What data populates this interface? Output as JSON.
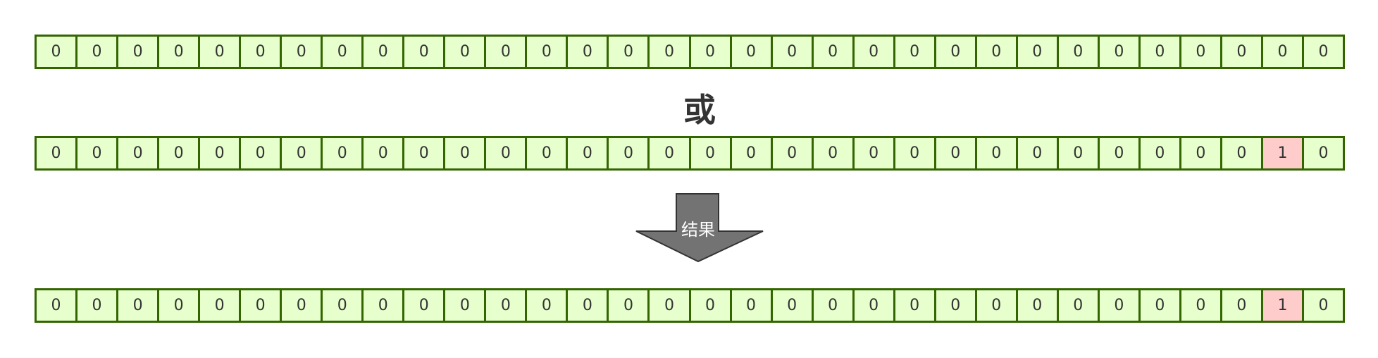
{
  "rows": [
    {
      "name": "operand-a",
      "bits": [
        "0",
        "0",
        "0",
        "0",
        "0",
        "0",
        "0",
        "0",
        "0",
        "0",
        "0",
        "0",
        "0",
        "0",
        "0",
        "0",
        "0",
        "0",
        "0",
        "0",
        "0",
        "0",
        "0",
        "0",
        "0",
        "0",
        "0",
        "0",
        "0",
        "0",
        "0",
        "0"
      ],
      "highlight_index": -1
    },
    {
      "name": "operand-b",
      "bits": [
        "0",
        "0",
        "0",
        "0",
        "0",
        "0",
        "0",
        "0",
        "0",
        "0",
        "0",
        "0",
        "0",
        "0",
        "0",
        "0",
        "0",
        "0",
        "0",
        "0",
        "0",
        "0",
        "0",
        "0",
        "0",
        "0",
        "0",
        "0",
        "0",
        "0",
        "1",
        "0"
      ],
      "highlight_index": 30
    },
    {
      "name": "result",
      "bits": [
        "0",
        "0",
        "0",
        "0",
        "0",
        "0",
        "0",
        "0",
        "0",
        "0",
        "0",
        "0",
        "0",
        "0",
        "0",
        "0",
        "0",
        "0",
        "0",
        "0",
        "0",
        "0",
        "0",
        "0",
        "0",
        "0",
        "0",
        "0",
        "0",
        "0",
        "1",
        "0"
      ],
      "highlight_index": 30
    }
  ],
  "operator_label": "或",
  "arrow_label": "结果",
  "colors": {
    "cell_fill": "#e6ffcc",
    "cell_border": "#336600",
    "highlight_fill": "#ffcccc",
    "arrow_fill": "#737373",
    "text": "#333333"
  }
}
